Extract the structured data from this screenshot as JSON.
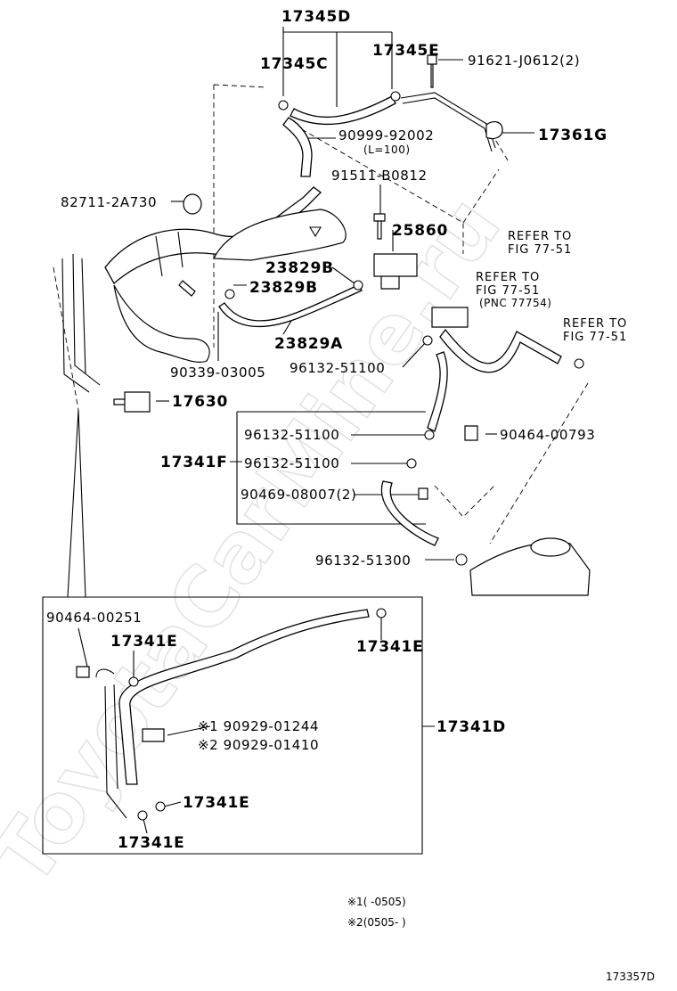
{
  "watermark": "ToyotaCarMine.ru",
  "figure_id": "173357D",
  "labels": {
    "l17345d": "17345D",
    "l17345c": "17345C",
    "l17345e": "17345E",
    "l91621": "91621-J0612(2)",
    "l17361g": "17361G",
    "l90999": "90999-92002",
    "l90999_len": "(L=100)",
    "l82711": "82711-2A730",
    "l91511": "91511-B0812",
    "l25860": "25860",
    "l23829b_1": "23829B",
    "l23829b_2": "23829B",
    "l23829a": "23829A",
    "l90339": "90339-03005",
    "l96132_a": "96132-51100",
    "l17630": "17630",
    "l96132_b": "96132-51100",
    "l90464_793": "90464-00793",
    "l17341f": "17341F",
    "l96132_c": "96132-51100",
    "l90469": "90469-08007(2)",
    "l96132_513": "96132-51300",
    "l90464_251": "90464-00251",
    "l17341e_1": "17341E",
    "l17341e_2": "17341E",
    "l90929_1": "※1 90929-01244",
    "l90929_2": "※2 90929-01410",
    "l17341d": "17341D",
    "l17341e_3": "17341E",
    "l17341e_4": "17341E"
  },
  "refs": [
    {
      "line1": "REFER TO",
      "line2": "FIG 77-51",
      "line3": ""
    },
    {
      "line1": "REFER TO",
      "line2": "FIG 77-51",
      "line3": "(PNC 77754)"
    },
    {
      "line1": "REFER TO",
      "line2": "FIG 77-51",
      "line3": ""
    }
  ],
  "notes": {
    "n1": "※1(      -0505)",
    "n2": "※2(0505-      )"
  }
}
